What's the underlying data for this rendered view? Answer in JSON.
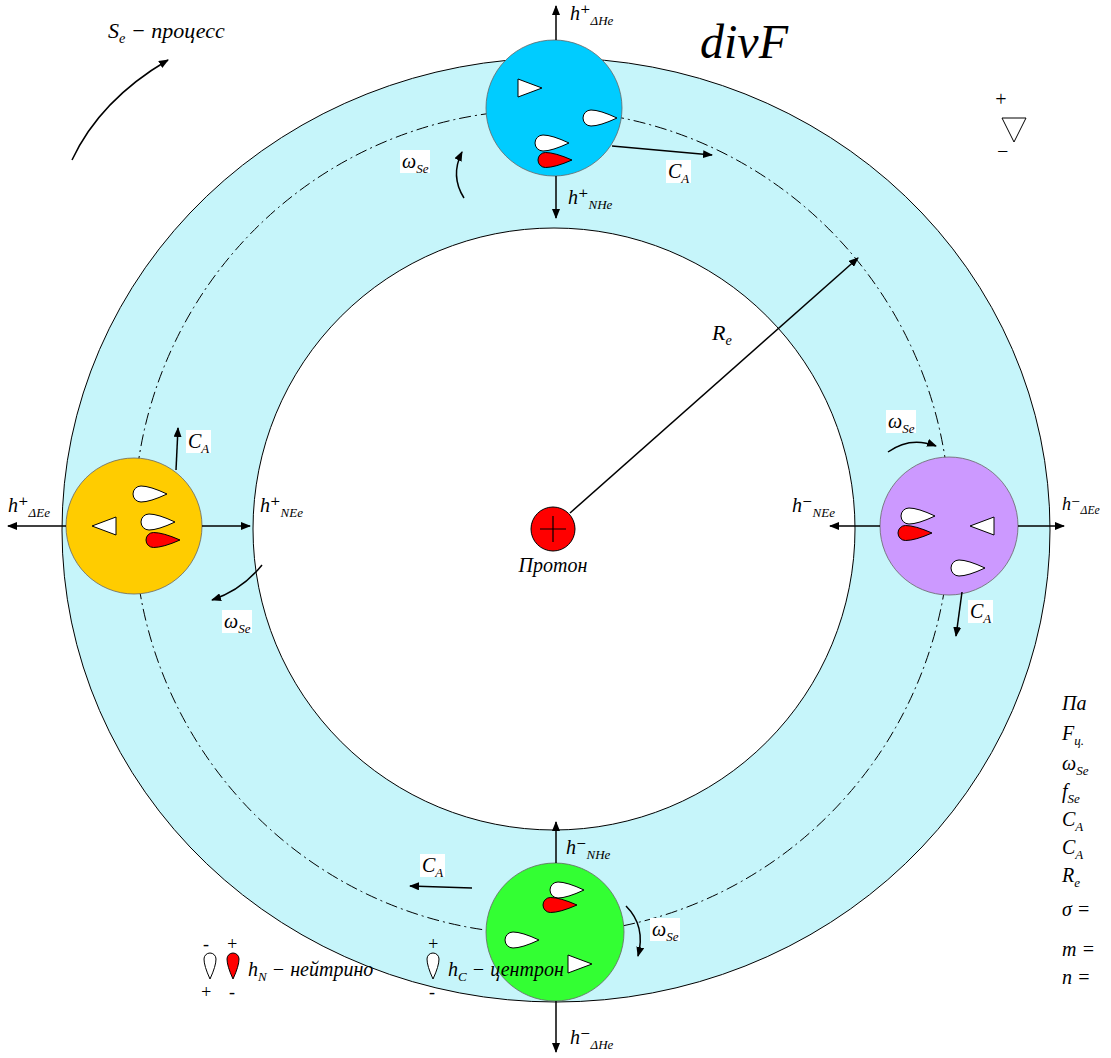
{
  "diagram": {
    "nodes": [
      {
        "text": [
          "Протон"
        ]
      }
    ],
    "labels": [
      "Se − процесс",
      "divF",
      "h⁺ΔHe",
      "h⁺NHe",
      "ωSe",
      "CA",
      "+",
      "−",
      "Re",
      "h⁺ΔEe",
      "h⁺NEe",
      "CA",
      "ωSe",
      "h⁻NEe",
      "h⁻ΔEe",
      "ωSe",
      "CA",
      "Па",
      "Fц.",
      "ωSe",
      "fSe",
      "CA",
      "CA",
      "Re",
      "σ =",
      "m =",
      "n =",
      "h⁻NHe",
      "ωSe",
      "CA",
      "-",
      "+",
      "+",
      "-",
      "+",
      "-",
      "h⁻ΔHe"
    ],
    "legend": [
      {
        "text": "hN − нейтрино"
      },
      {
        "text": "hC − центрон"
      }
    ]
  }
}
